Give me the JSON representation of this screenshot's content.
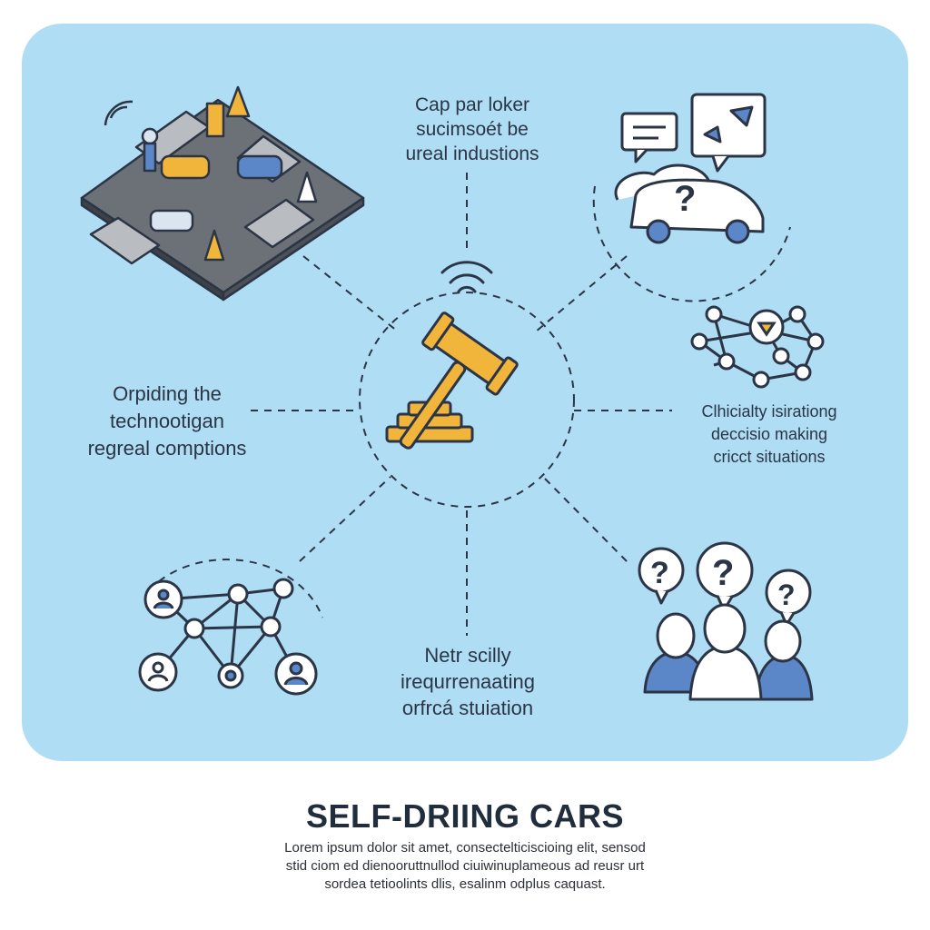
{
  "labels": {
    "top": "Cap par loker\nsucimsoét be\nureal industions",
    "left": "Orpiding the\ntechnootigan\nregreal comptions",
    "right": "Clhicialty isirationg\ndeccisio making\ncricct situations",
    "bottom": "Netr scilly\nirequrrenaating\norfrcá stuiation"
  },
  "footer": {
    "title": "SELF-DRIING CARS",
    "body": "Lorem ipsum dolor sit amet, consectelticiscioing elit, sensod\nstid ciom ed dienooruttnullod ciuiwinuplameous ad reusr urt\nsordea tetioolints dlis, esalinm odplus caquast."
  },
  "icons": {
    "center": "gavel-icon",
    "top_left": "intersection-accident-icon",
    "top_right": "confused-car-icon",
    "middle_right": "decision-network-icon",
    "bottom_left": "people-network-icon",
    "bottom_right": "questioning-people-icon",
    "top_center": "wireless-signal-icon"
  },
  "colors": {
    "panel": "#aeddf4",
    "accent": "#f2b53c",
    "blue": "#5b86c8",
    "line": "#2b3546"
  }
}
